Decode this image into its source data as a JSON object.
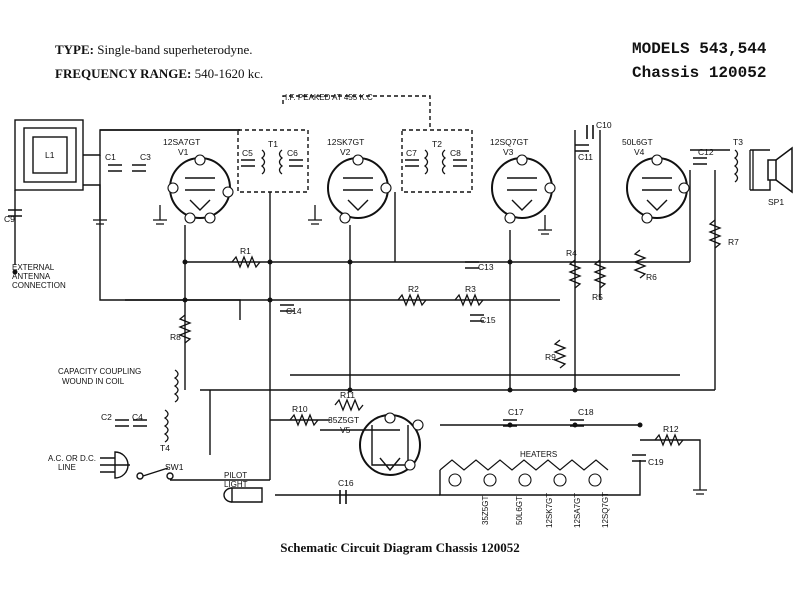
{
  "header": {
    "type_label": "TYPE:",
    "type_value": "Single-band superheterodyne.",
    "freq_label": "FREQUENCY RANGE:",
    "freq_value": "540-1620 kc.",
    "models": "MODELS 543,544",
    "chassis": "Chassis 120052"
  },
  "caption": "Schematic Circuit Diagram Chassis 120052",
  "colors": {
    "ink": "#111111",
    "paper": "#ffffff"
  },
  "tubes": [
    {
      "ref": "V1",
      "type": "12SA7GT"
    },
    {
      "ref": "V2",
      "type": "12SK7GT"
    },
    {
      "ref": "V3",
      "type": "12SQ7GT"
    },
    {
      "ref": "V4",
      "type": "50L6GT"
    },
    {
      "ref": "V5",
      "type": "35Z5GT"
    }
  ],
  "notes": {
    "if_peaked": "I.F. PEAKED AT 455 K.C",
    "external_antenna": [
      "EXTERNAL",
      "ANTENNA",
      "CONNECTION"
    ],
    "capacity_coupling": [
      "CAPACITY COUPLING",
      "WOUND IN COIL"
    ],
    "line": [
      "A.C. OR D.C.",
      "LINE"
    ],
    "pilot_light": [
      "PILOT",
      "LIGHT"
    ],
    "heaters": "HEATERS"
  },
  "heater_tubes": [
    "35Z5GT",
    "50L6GT",
    "12SK7GT",
    "12SA7GT",
    "12SQ7GT"
  ],
  "labels": {
    "L1": "L1",
    "T1": "T1",
    "T2": "T2",
    "T3": "T3",
    "T4": "T4",
    "SW1": "SW1",
    "SP1": "SP1",
    "C1": "C1",
    "C2": "C2",
    "C3": "C3",
    "C4": "C4",
    "C5": "C5",
    "C6": "C6",
    "C7": "C7",
    "C8": "C8",
    "C9": "C9",
    "C10": "C10",
    "C11": "C11",
    "C12": "C12",
    "C13": "C13",
    "C14": "C14",
    "C15": "C15",
    "C16": "C16",
    "C17": "C17",
    "C18": "C18",
    "C19": "C19",
    "R1": "R1",
    "R2": "R2",
    "R3": "R3",
    "R4": "R4",
    "R5": "R5",
    "R6": "R6",
    "R7": "R7",
    "R8": "R8",
    "R9": "R9",
    "R10": "R10",
    "R11": "R11",
    "R12": "R12"
  }
}
